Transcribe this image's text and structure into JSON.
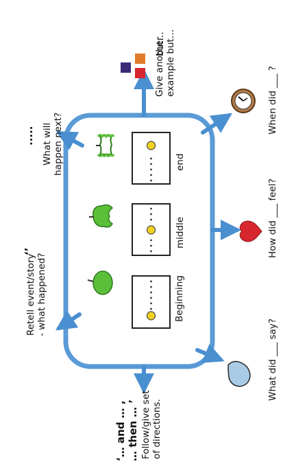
{
  "center_panel": {
    "stages": [
      {
        "label": "Beginning"
      },
      {
        "label": "middle"
      },
      {
        "label": "end"
      }
    ]
  },
  "prompts": {
    "retell": {
      "mark": "‘’",
      "line1": "Retell event/story",
      "line2": "- what happened?"
    },
    "next": {
      "mark": ".....",
      "line1": "What will",
      "line2": "happen next?"
    },
    "but": {
      "heading": "but…",
      "line1": "Give another",
      "line2": "example  but…"
    },
    "when": {
      "text": "When did ___ ?"
    },
    "feel": {
      "text": "How did ___ feel?"
    },
    "say": {
      "text": "What did ___ say?"
    },
    "directions": {
      "seq1": "‘… and … ,",
      "seq2": "… then … ’",
      "line1": "Follow/give set",
      "line2": "of directions."
    }
  },
  "colors": {
    "panel_border": "#5a9ad6",
    "arrow": "#4a8fd0",
    "apple_green": "#5cbf3a",
    "dot_yellow": "#f2d21f",
    "heart_red": "#d8262e",
    "drop_blue": "#a9cbe6"
  }
}
